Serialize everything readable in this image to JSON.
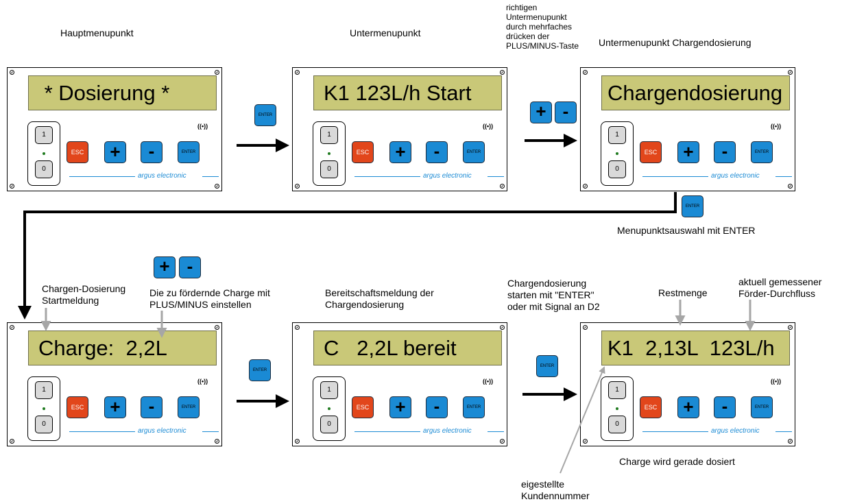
{
  "labels": {
    "haupt": "Hauptmenupunkt",
    "unter": "Untermenupunkt",
    "unter_charge": "Untermenupunkt Chargendosierung",
    "hint_plusminus": "richtigen\nUntermenupunkt\ndurch mehrfaches\ndrücken der\nPLUS/MINUS-Taste",
    "menu_enter": "Menupunktsauswahl mit ENTER",
    "start_msg": "Chargen-Dosierung\nStartmeldung",
    "charge_set": "Die zu fördernde Charge mit\nPLUS/MINUS einstellen",
    "ready_msg": "Bereitschaftsmeldung der\nChargendosierung",
    "start_enter": "Chargendosierung\nstarten mit \"ENTER\"\noder mit Signal an D2",
    "restmenge": "Restmenge",
    "flow": "aktuell gemessener\nFörder-Durchfluss",
    "dosing_now": "Charge wird gerade dosiert",
    "customer_no": "eigestellte\nKundennummer"
  },
  "devices": [
    {
      "lcd": " * Dosierung *"
    },
    {
      "lcd": "K1 123L/h Start"
    },
    {
      "lcd": "Chargendosierung"
    },
    {
      "lcd": "Charge:  2,2L"
    },
    {
      "lcd": "C   2,2L bereit"
    },
    {
      "lcd": "K1  2,13L  123L/h"
    }
  ],
  "device_controls": {
    "switch_on": "1",
    "switch_off": "0",
    "esc": "ESC",
    "plus": "+",
    "minus": "-",
    "enter": "ENTER",
    "brand": "argus electronic",
    "sensor_icon": "radio-wave-icon"
  },
  "colors": {
    "lcd": "#c9c878",
    "key_blue": "#1a8ad4",
    "key_red": "#e2461b",
    "switch_gray": "#d9d9d9",
    "pointer_gray": "#a6a6a6"
  }
}
